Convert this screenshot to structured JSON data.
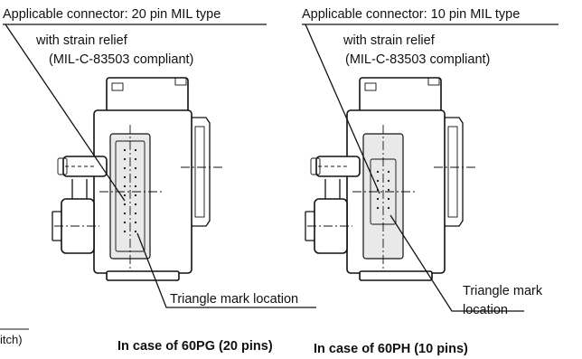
{
  "left_panel": {
    "connector_label": "Applicable connector: 20 pin MIL type",
    "line2": "with strain relief",
    "line3": "(MIL-C-83503 compliant)",
    "triangle_label": "Triangle mark location",
    "caption": "In case of 60PG (20 pins)"
  },
  "right_panel": {
    "connector_label": "Applicable connector: 10 pin MIL type",
    "line2": "with strain relief",
    "line3": "(MIL-C-83503 compliant)",
    "triangle_line1": "Triangle mark",
    "triangle_line2": "location",
    "caption": "In case of 60PH (10 pins)"
  },
  "edge_fragment": "itch)"
}
